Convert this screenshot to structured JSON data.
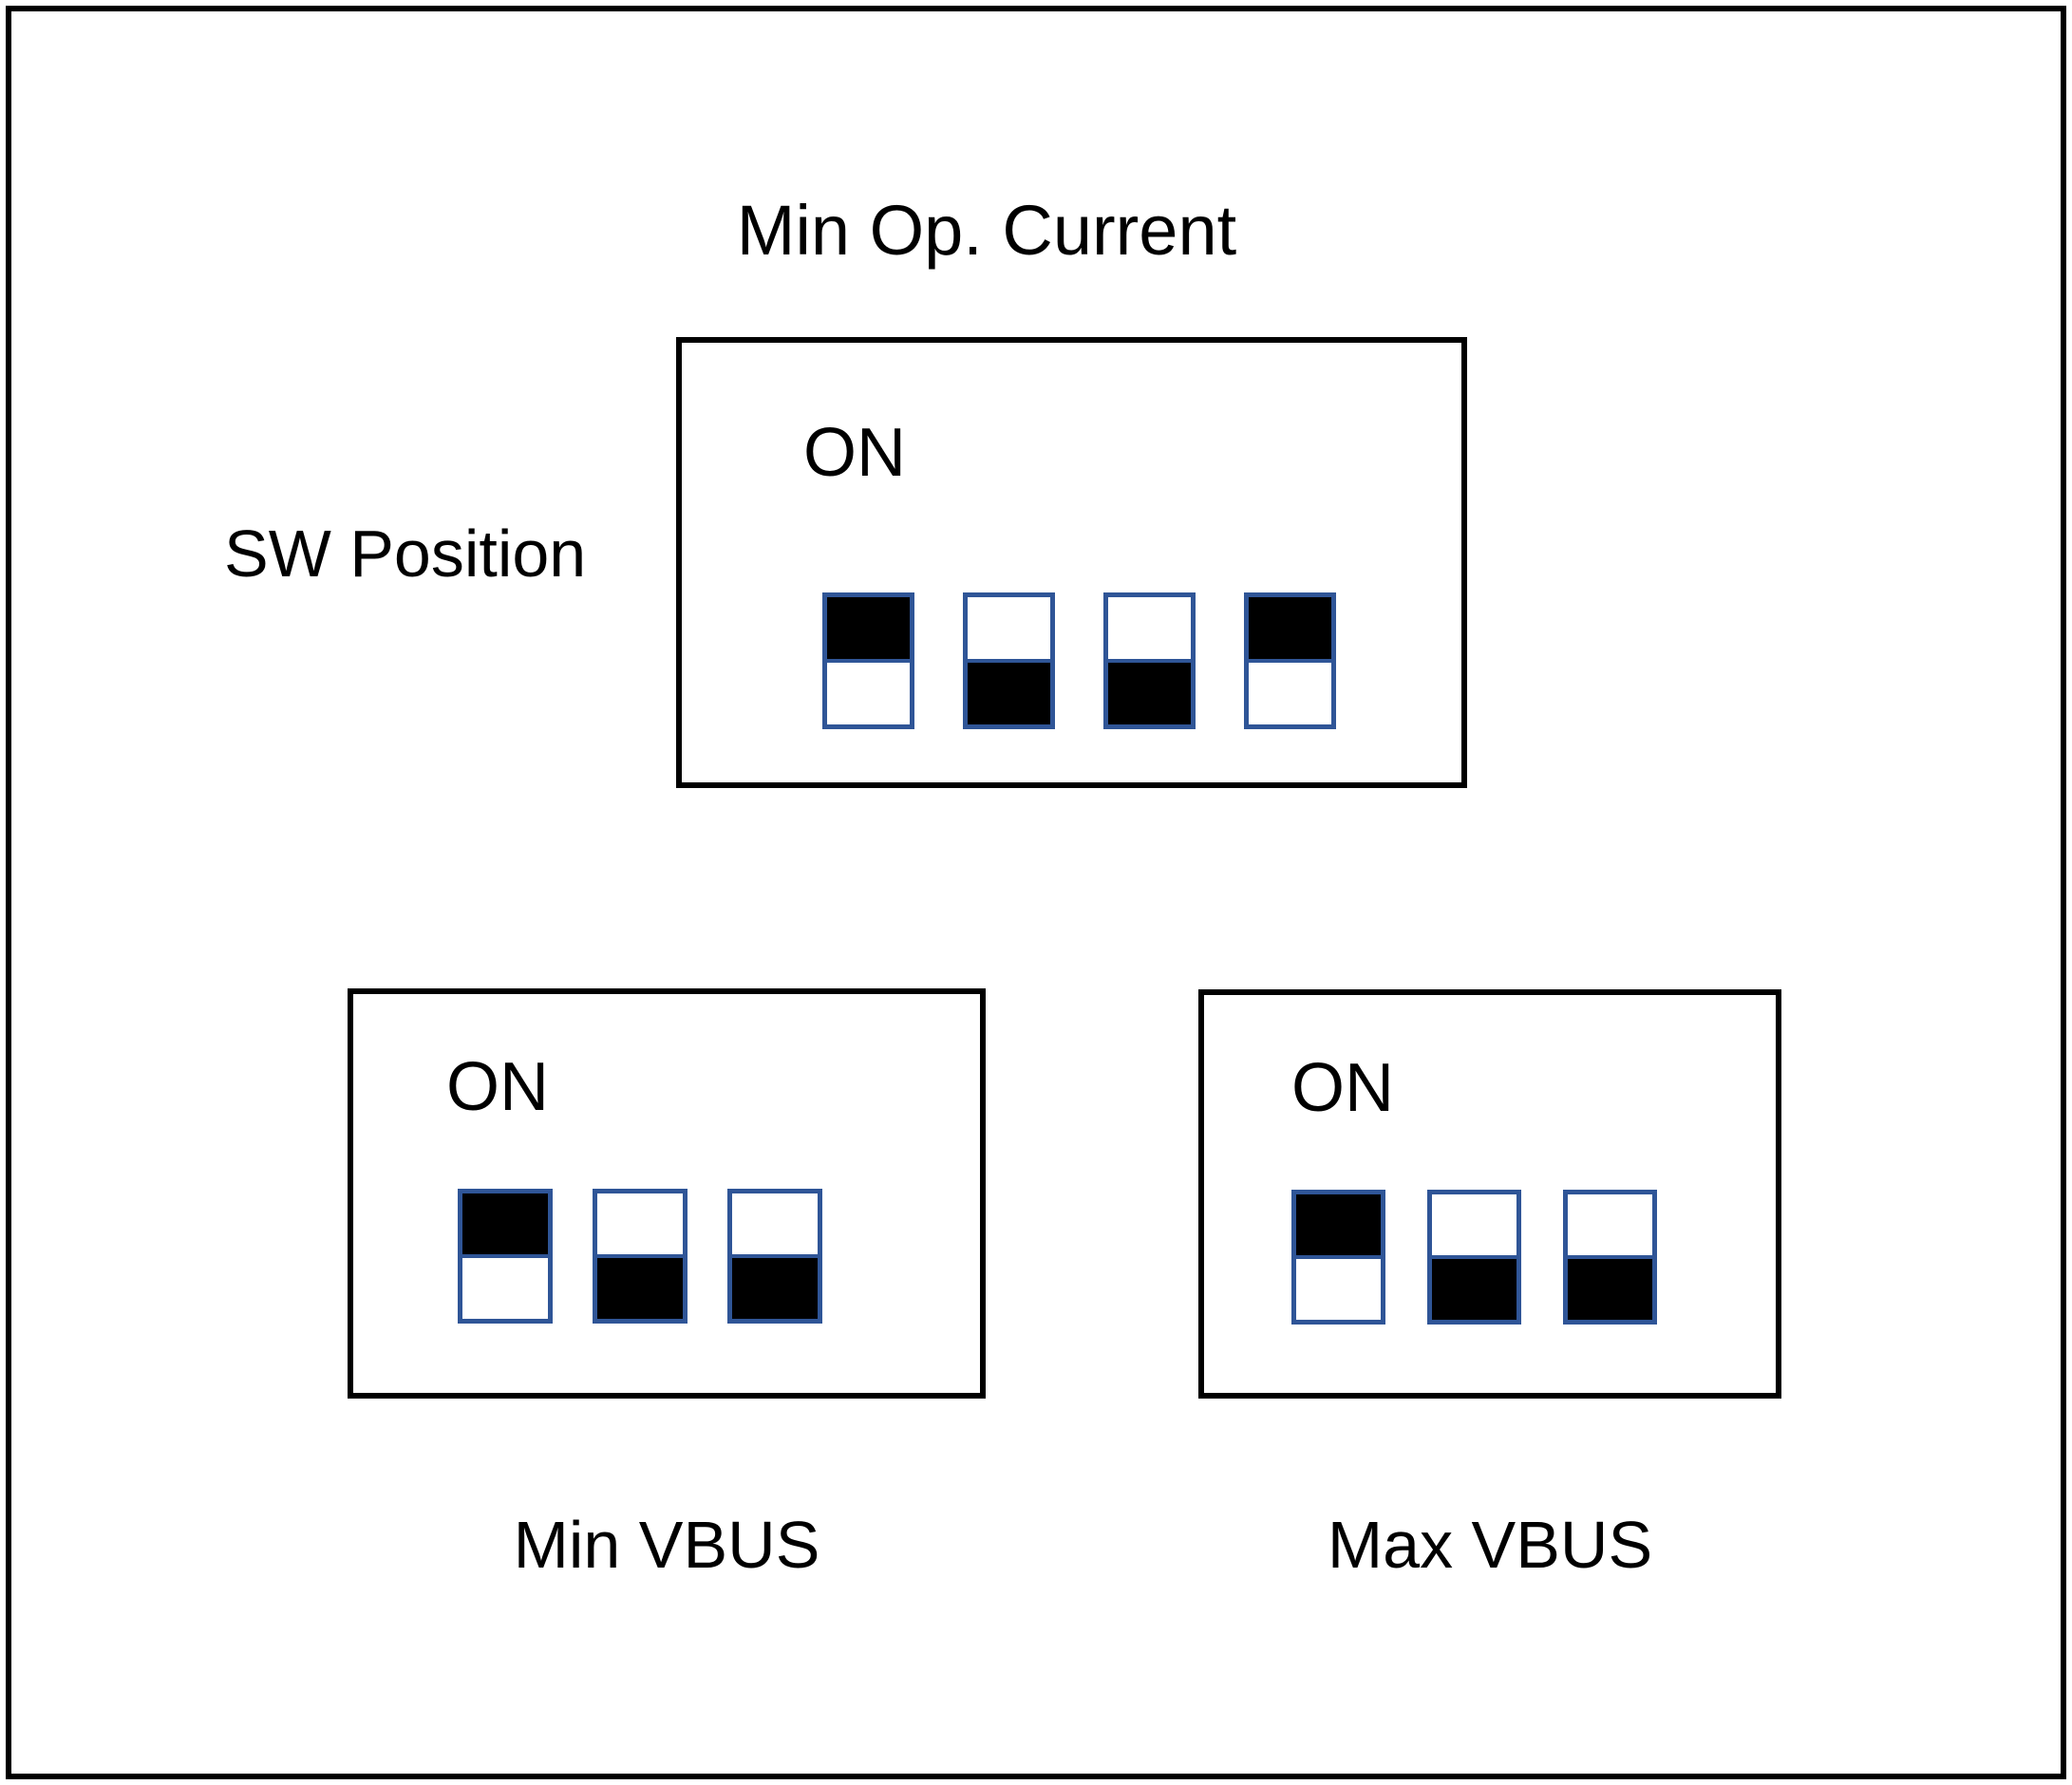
{
  "diagram": {
    "title": "Min Op. Current",
    "row_label": "SW Position",
    "on_label": "ON",
    "border_color": "#000000",
    "switch_border_color": "#2f5597",
    "switch_fill_color": "#000000"
  },
  "groups": [
    {
      "id": "min-op-current",
      "title": "Min Op. Current",
      "title_position": "above",
      "on_label": "ON",
      "switch_count": 4,
      "switches": [
        {
          "index": 1,
          "state": "on",
          "position": "up"
        },
        {
          "index": 2,
          "state": "off",
          "position": "down"
        },
        {
          "index": 3,
          "state": "off",
          "position": "down"
        },
        {
          "index": 4,
          "state": "on",
          "position": "up"
        }
      ]
    },
    {
      "id": "min-vbus",
      "caption": "Min VBUS",
      "title_position": "below",
      "on_label": "ON",
      "switch_count": 3,
      "switches": [
        {
          "index": 1,
          "state": "on",
          "position": "up"
        },
        {
          "index": 2,
          "state": "off",
          "position": "down"
        },
        {
          "index": 3,
          "state": "off",
          "position": "down"
        }
      ]
    },
    {
      "id": "max-vbus",
      "caption": "Max VBUS",
      "title_position": "below",
      "on_label": "ON",
      "switch_count": 3,
      "switches": [
        {
          "index": 1,
          "state": "on",
          "position": "up"
        },
        {
          "index": 2,
          "state": "off",
          "position": "down"
        },
        {
          "index": 3,
          "state": "off",
          "position": "down"
        }
      ]
    }
  ]
}
